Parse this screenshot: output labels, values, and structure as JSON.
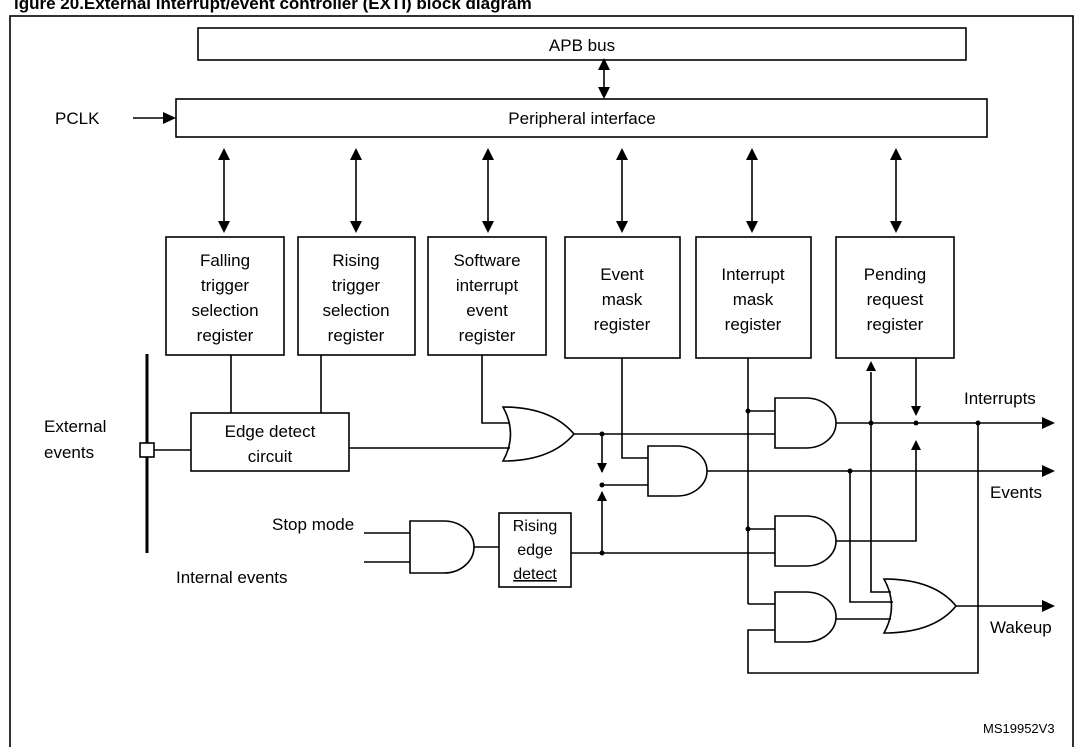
{
  "title_line": "igure 20.External interrupt/event controller (EXTI) block diagram",
  "bus": {
    "label": "APB bus"
  },
  "interface": {
    "label": "Peripheral interface",
    "clock_input": "PCLK"
  },
  "registers": [
    {
      "id": "falling",
      "lines": [
        "Falling",
        "trigger",
        "selection",
        "register"
      ]
    },
    {
      "id": "rising",
      "lines": [
        "Rising",
        "trigger",
        "selection",
        "register"
      ]
    },
    {
      "id": "software",
      "lines": [
        "Software",
        "interrupt",
        "event",
        "register"
      ]
    },
    {
      "id": "event-mask",
      "lines": [
        "Event",
        "mask",
        "register"
      ]
    },
    {
      "id": "interrupt-mask",
      "lines": [
        "Interrupt",
        "mask",
        "register"
      ]
    },
    {
      "id": "pending",
      "lines": [
        "Pending",
        "request",
        "register"
      ]
    }
  ],
  "edge_detect": {
    "lines": [
      "Edge detect",
      "circuit"
    ]
  },
  "rising_edge_detect": {
    "lines": [
      "Rising",
      "edge",
      "detect"
    ]
  },
  "inputs": {
    "external_events": [
      "External",
      "events"
    ],
    "stop_mode": "Stop mode",
    "internal_events": "Internal events"
  },
  "outputs": {
    "interrupts": "Interrupts",
    "events": "Events",
    "wakeup": "Wakeup"
  },
  "diagram_id": "MS19952V3"
}
